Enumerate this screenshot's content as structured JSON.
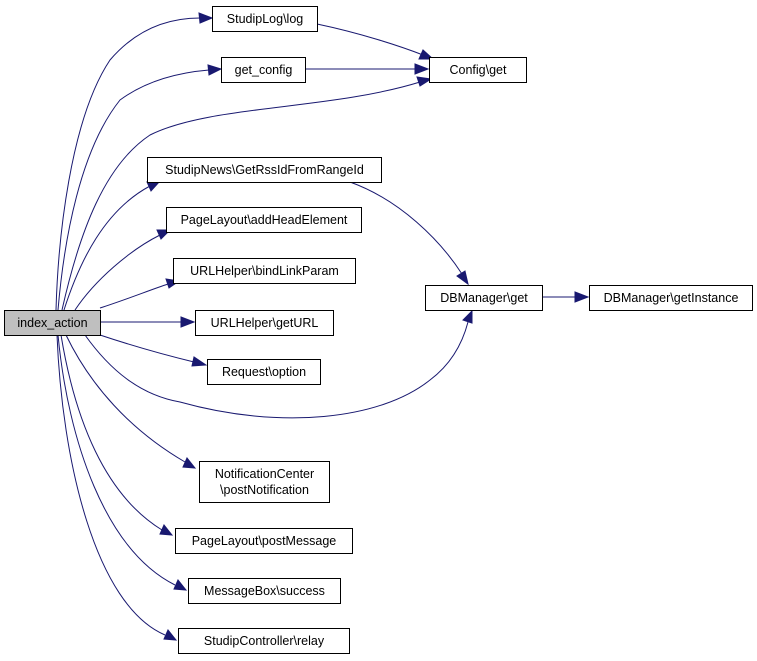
{
  "diagram": {
    "type": "call-graph",
    "colors": {
      "edge": "#191970",
      "root_fill": "#bfbfbf",
      "node_fill": "#ffffff",
      "node_border": "#000000"
    },
    "nodes": {
      "index_action": {
        "lines": [
          "index_action"
        ]
      },
      "studiplog_log": {
        "lines": [
          "StudipLog\\log"
        ]
      },
      "get_config": {
        "lines": [
          "get_config"
        ]
      },
      "config_get": {
        "lines": [
          "Config\\get"
        ]
      },
      "studipnews_getrssid": {
        "lines": [
          "StudipNews\\GetRssIdFromRangeId"
        ]
      },
      "pagelayout_addhead": {
        "lines": [
          "PageLayout\\addHeadElement"
        ]
      },
      "urlhelper_bindlink": {
        "lines": [
          "URLHelper\\bindLinkParam"
        ]
      },
      "urlhelper_geturl": {
        "lines": [
          "URLHelper\\getURL"
        ]
      },
      "request_option": {
        "lines": [
          "Request\\option"
        ]
      },
      "dbmanager_get": {
        "lines": [
          "DBManager\\get"
        ]
      },
      "dbmanager_getinstance": {
        "lines": [
          "DBManager\\getInstance"
        ]
      },
      "notificationcenter_post": {
        "lines": [
          "NotificationCenter",
          "\\postNotification"
        ]
      },
      "pagelayout_postmessage": {
        "lines": [
          "PageLayout\\postMessage"
        ]
      },
      "messagebox_success": {
        "lines": [
          "MessageBox\\success"
        ]
      },
      "studipcontroller_relay": {
        "lines": [
          "StudipController\\relay"
        ]
      }
    },
    "edges": [
      [
        "index_action",
        "studiplog_log"
      ],
      [
        "index_action",
        "get_config"
      ],
      [
        "index_action",
        "config_get"
      ],
      [
        "index_action",
        "studipnews_getrssid"
      ],
      [
        "index_action",
        "pagelayout_addhead"
      ],
      [
        "index_action",
        "urlhelper_bindlink"
      ],
      [
        "index_action",
        "urlhelper_geturl"
      ],
      [
        "index_action",
        "request_option"
      ],
      [
        "index_action",
        "dbmanager_get"
      ],
      [
        "index_action",
        "notificationcenter_post"
      ],
      [
        "index_action",
        "pagelayout_postmessage"
      ],
      [
        "index_action",
        "messagebox_success"
      ],
      [
        "index_action",
        "studipcontroller_relay"
      ],
      [
        "studiplog_log",
        "config_get"
      ],
      [
        "get_config",
        "config_get"
      ],
      [
        "studipnews_getrssid",
        "dbmanager_get"
      ],
      [
        "dbmanager_get",
        "dbmanager_getinstance"
      ]
    ]
  }
}
